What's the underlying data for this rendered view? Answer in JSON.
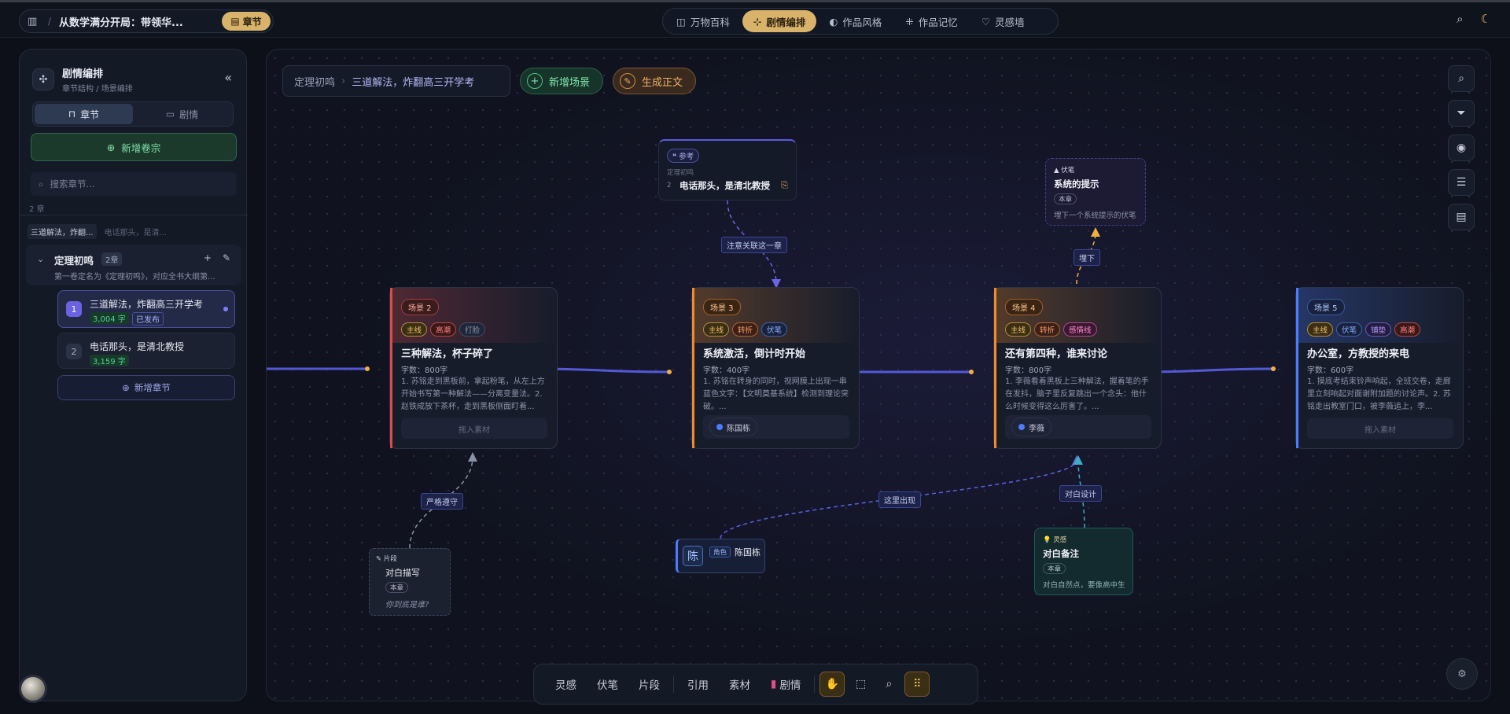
{
  "topbar": {
    "breadcrumb_sep": "/",
    "novel_title": "从数学满分开局：带领华...",
    "chapter_badge": "章节",
    "tabs": [
      {
        "label": "万物百科",
        "icon": "book-icon",
        "active": false
      },
      {
        "label": "剧情编排",
        "icon": "graph-icon",
        "active": true
      },
      {
        "label": "作品风格",
        "icon": "palette-icon",
        "active": false
      },
      {
        "label": "作品记忆",
        "icon": "network-icon",
        "active": false
      },
      {
        "label": "灵感墙",
        "icon": "bulb-icon",
        "active": false
      }
    ]
  },
  "sidebar": {
    "title": "剧情编排",
    "subtitle": "章节结构 / 场景编排",
    "seg_chapter": "章节",
    "seg_plot": "剧情",
    "add_volume": "新增卷宗",
    "search_placeholder": "搜索章节...",
    "count_note": "2 章",
    "chip_active": "三道解法，炸翻...",
    "chip_inactive": "电话那头，是清...",
    "volume": {
      "title": "定理初鸣",
      "count": "2章",
      "desc": "第一卷定名为《定理初鸣》，对应全书大纲第..."
    },
    "chapters": [
      {
        "num": "1",
        "title": "三道解法，炸翻高三开学考",
        "words": "3,004 字",
        "status": "已发布"
      },
      {
        "num": "2",
        "title": "电话那头，是清北教授",
        "words": "3,159 字"
      }
    ],
    "add_chapter": "新增章节"
  },
  "canvas": {
    "breadcrumb_volume": "定理初鸣",
    "breadcrumb_sep": "›",
    "breadcrumb_chapter": "三道解法，炸翻高三开学考",
    "add_scene": "新增场景",
    "generate": "生成正文",
    "scenes": [
      {
        "label": "场景 2",
        "tags": [
          "主线",
          "高潮",
          "打脸"
        ],
        "title": "三种解法，杯子碎了",
        "words": "字数：800字",
        "desc": "1. 苏铭走到黑板前，拿起粉笔，从左上方开始书写第一种解法——分离变量法。2. 赵铁成放下茶杯，走到黑板侧面盯着...",
        "drop": "拖入素材",
        "color": "#e0484a"
      },
      {
        "label": "场景 3",
        "tags": [
          "主线",
          "转折",
          "伏笔"
        ],
        "title": "系统激活，倒计时开始",
        "words": "字数：400字",
        "desc": "1. 苏铭在转身的同时，视网膜上出现一串蓝色文字：【文明奠基系统】检测到理论突破。...",
        "person": "陈国栋",
        "color": "#f08a2a"
      },
      {
        "label": "场景 4",
        "tags": [
          "主线",
          "转折",
          "感情线"
        ],
        "title": "还有第四种，谁来讨论",
        "words": "字数：800字",
        "desc": "1. 李薇看着黑板上三种解法，握着笔的手在发抖，脑子里反复跳出一个念头：他什么时候变得这么厉害了。...",
        "person": "李薇",
        "color": "#f08a2a"
      },
      {
        "label": "场景 5",
        "tags": [
          "主线",
          "伏笔",
          "铺垫",
          "高潮"
        ],
        "title": "办公室，方教授的来电",
        "words": "字数：600字",
        "desc": "1. 摸底考结束铃声响起，全班交卷，走廊里立刻响起对面谢附加题的讨论声。2. 苏铭走出教室门口，被李薇追上，李...",
        "drop": "拖入素材",
        "color": "#4a7cff"
      }
    ],
    "ref_card": {
      "label": "参考",
      "source": "定理初鸣",
      "num": "2",
      "title": "电话那头，是清北教授"
    },
    "fore_card": {
      "label": "伏笔",
      "title": "系统的提示",
      "badge": "本章",
      "desc": "埋下一个系统提示的伏笔"
    },
    "frag_card": {
      "label": "片段",
      "title": "对白描写",
      "badge": "本章",
      "desc": "你到底是谁?"
    },
    "char_card": {
      "avatar": "陈",
      "label": "角色",
      "name": "陈国栋"
    },
    "insp_card": {
      "label": "灵感",
      "title": "对白备注",
      "badge": "本章",
      "desc": "对白自然点，要像高中生"
    },
    "edge_labels": {
      "note": "注意关联这一章",
      "bury": "埋下",
      "strict": "严格遵守",
      "appear": "这里出现",
      "dialog": "对白设计"
    }
  },
  "bottombar": {
    "items": [
      "灵感",
      "伏笔",
      "片段",
      "引用",
      "素材",
      "剧情"
    ]
  }
}
